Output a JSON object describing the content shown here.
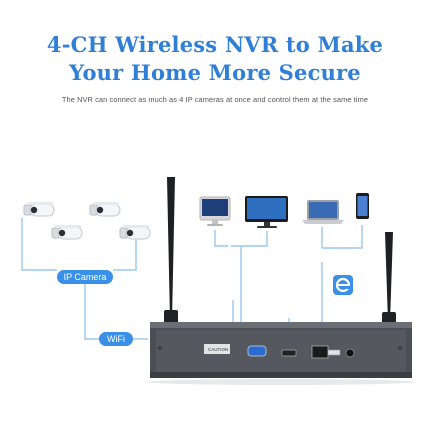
{
  "headline": {
    "line1": "4-CH Wireless NVR to Make",
    "line2": "Your Home More Secure"
  },
  "description": "The NVR can connect as much as 4 IP cameras at once and control them at the same time",
  "labels": {
    "ip_camera": "IP Camera",
    "wifi": "WiFi"
  },
  "device": {
    "caution_label": "CAUTION"
  },
  "colors": {
    "accent": "#2f7fd6",
    "pill": "#3a8fe6",
    "connector_line": "#9bc8f2",
    "nvr_body": "#4b4f55"
  },
  "icons": [
    "ip-camera-icon",
    "desktop-monitor-icon",
    "monitor-icon",
    "laptop-icon",
    "smartphone-icon",
    "browser-logo-icon",
    "wifi-antenna-icon"
  ]
}
